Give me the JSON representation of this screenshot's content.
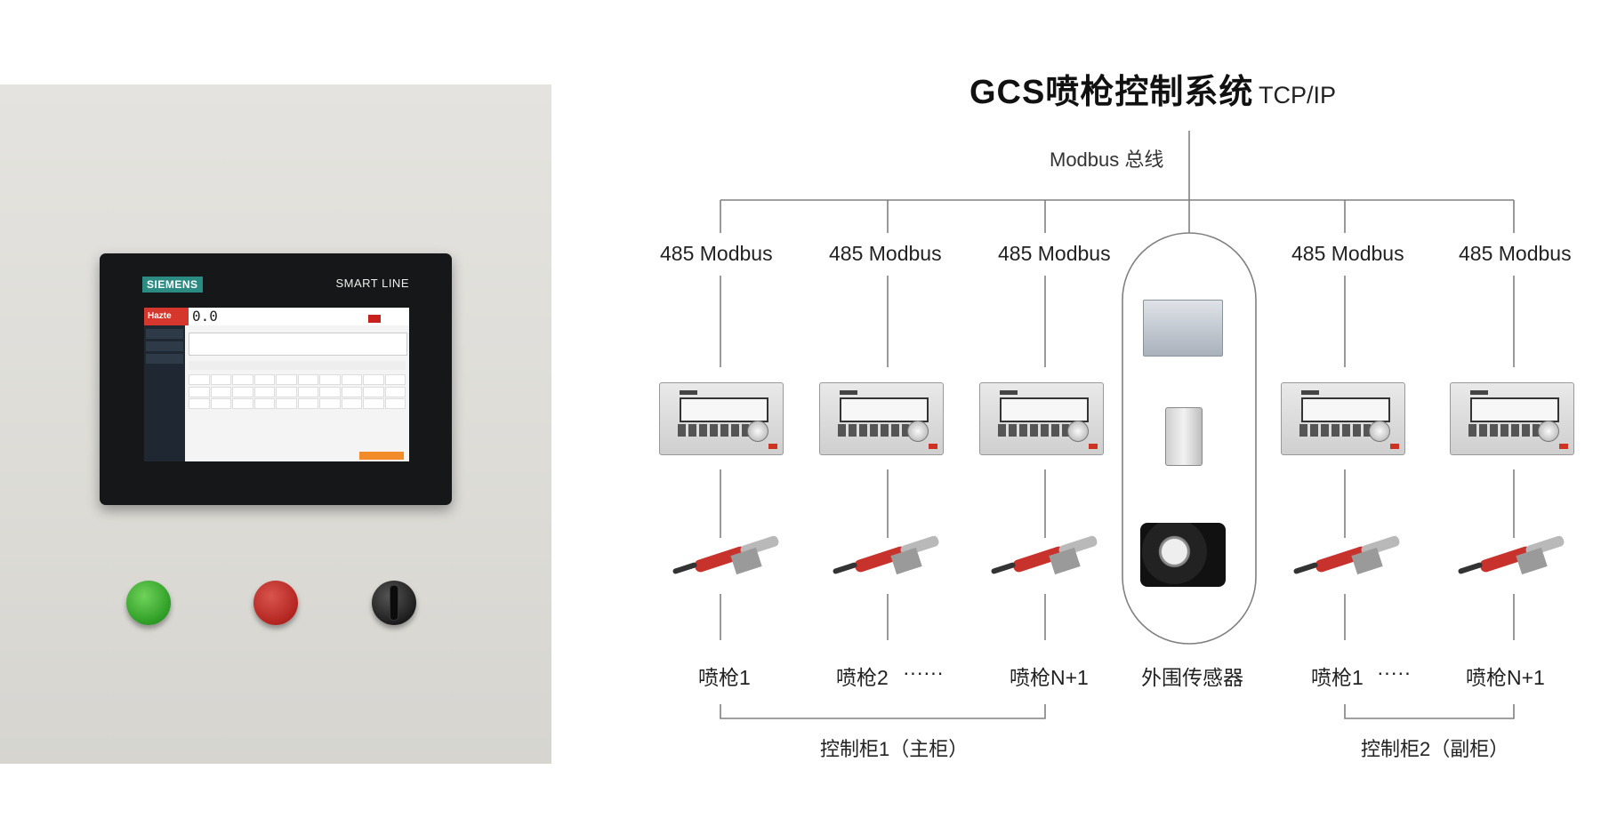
{
  "hmi": {
    "brand": "SIEMENS",
    "model": "SMART LINE",
    "screen_logo": "Hazte",
    "screen_value": "0.0"
  },
  "diagram": {
    "title": "GCS喷枪控制系统",
    "protocol": "TCP/IP",
    "bus_label": "Modbus 总线",
    "branch_labels": [
      "485 Modbus",
      "485 Modbus",
      "485 Modbus",
      "485 Modbus",
      "485 Modbus"
    ],
    "gun_labels": [
      "喷枪1",
      "喷枪2",
      "······",
      "喷枪N+1",
      "外围传感器",
      "喷枪1",
      "·····",
      "喷枪N+1"
    ],
    "cabinet_labels": [
      "控制柜1（主柜）",
      "控制柜2（副柜）"
    ]
  },
  "colors": {
    "line": "#808080",
    "start_button": "#2e9d25",
    "stop_button": "#b32520",
    "gun_body": "#c8322c",
    "siemens_teal": "#2b8a82"
  }
}
